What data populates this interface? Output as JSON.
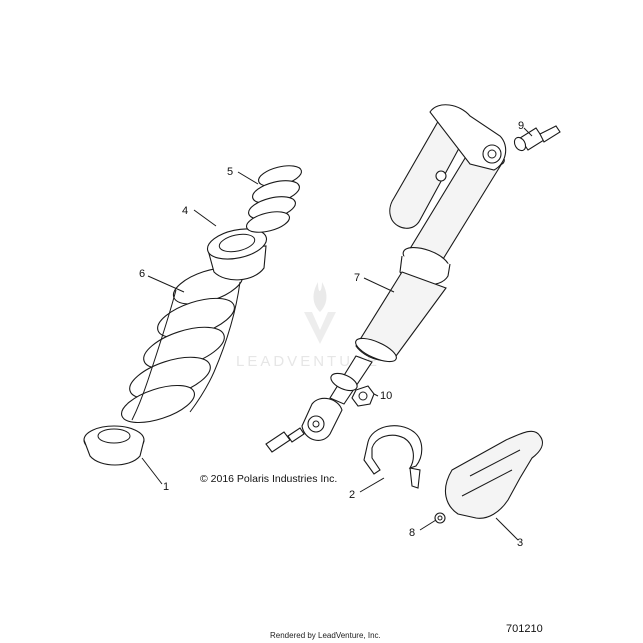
{
  "callouts": [
    {
      "num": "1"
    },
    {
      "num": "2"
    },
    {
      "num": "3"
    },
    {
      "num": "4"
    },
    {
      "num": "5"
    },
    {
      "num": "6"
    },
    {
      "num": "7"
    },
    {
      "num": "8"
    },
    {
      "num": "9"
    },
    {
      "num": "10"
    }
  ],
  "copyright": "© 2016 Polaris Industries Inc.",
  "watermark": "LEADVENTURE",
  "diagram_id": "701210",
  "footer": "Rendered by LeadVenture, Inc.",
  "colors": {
    "line": "#1a1a1a",
    "watermark": "#e6e6e6"
  }
}
